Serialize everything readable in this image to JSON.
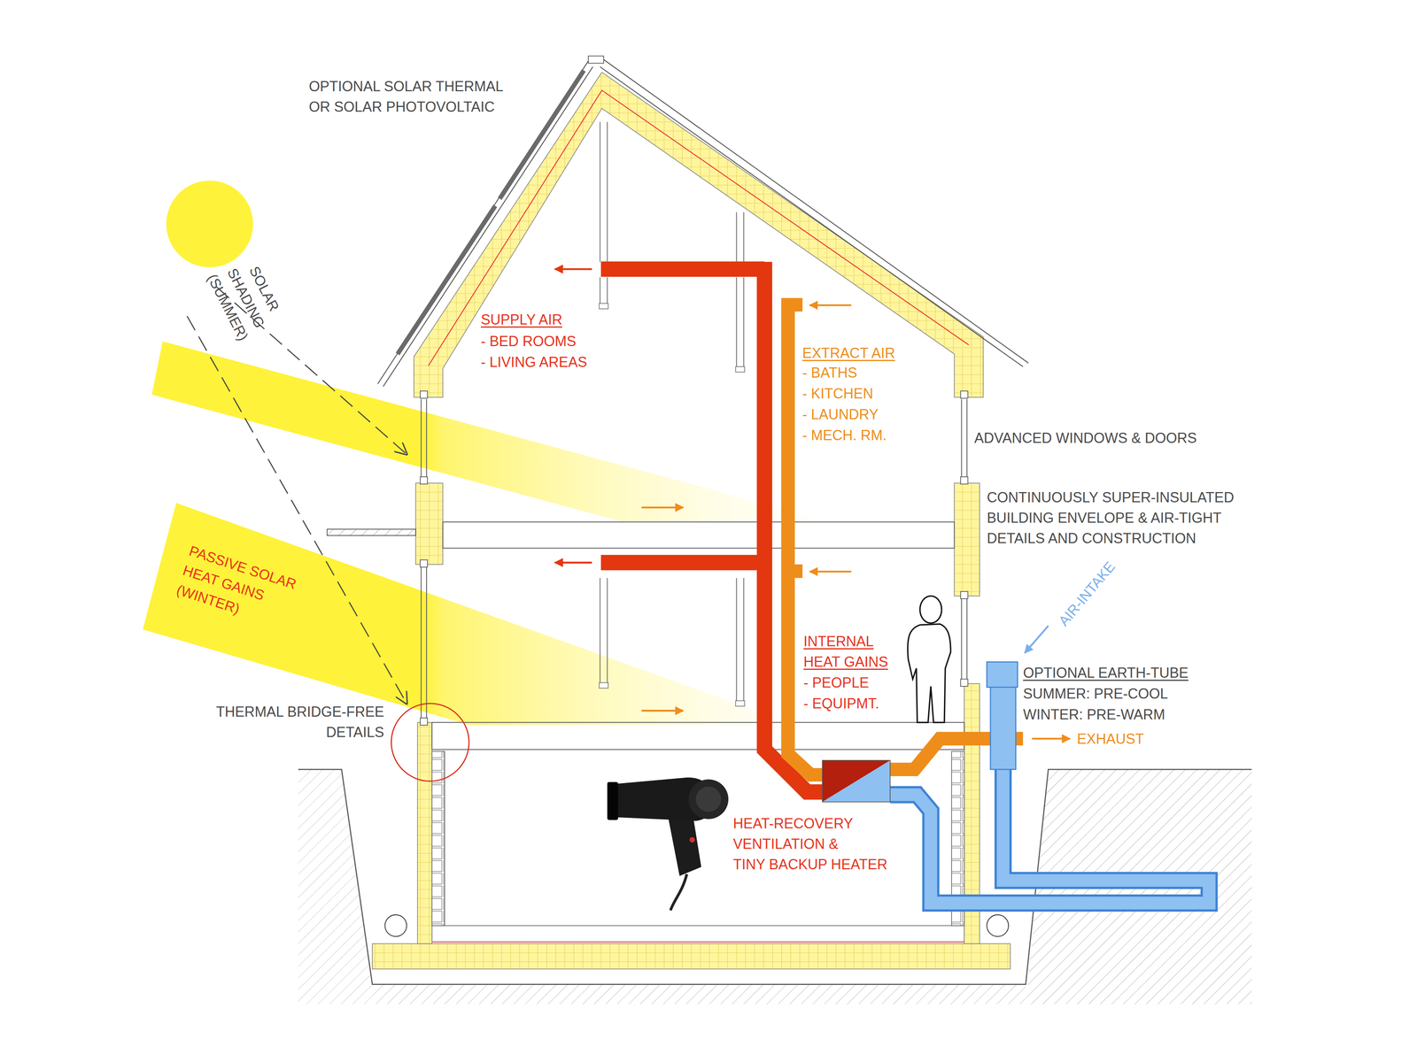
{
  "diagram": {
    "labels": [
      "OPTIONAL SOLAR THERMAL OR SOLAR PHOTOVOLTAIC",
      "SOLAR SHADING (SUMMER)",
      "SUPPLY AIR",
      "- BED ROOMS",
      "- LIVING AREAS",
      "EXTRACT AIR",
      "- BATHS",
      "- KITCHEN",
      "- LAUNDRY",
      "- MECH. RM.",
      "ADVANCED WINDOWS & DOORS",
      "CONTINUOUSLY SUPER-INSULATED BUILDING ENVELOPE & AIR-TIGHT DETAILS AND CONSTRUCTION",
      "AIR-INTAKE",
      "PASSIVE SOLAR HEAT GAINS (WINTER)",
      "INTERNAL HEAT GAINS",
      "- PEOPLE",
      "- EQUIPMT.",
      "OPTIONAL EARTH-TUBE",
      "SUMMER: PRE-COOL",
      "WINTER: PRE-WARM",
      "EXHAUST",
      "THERMAL BRIDGE-FREE DETAILS",
      "HEAT-RECOVERY VENTILATION & TINY BACKUP HEATER"
    ]
  }
}
